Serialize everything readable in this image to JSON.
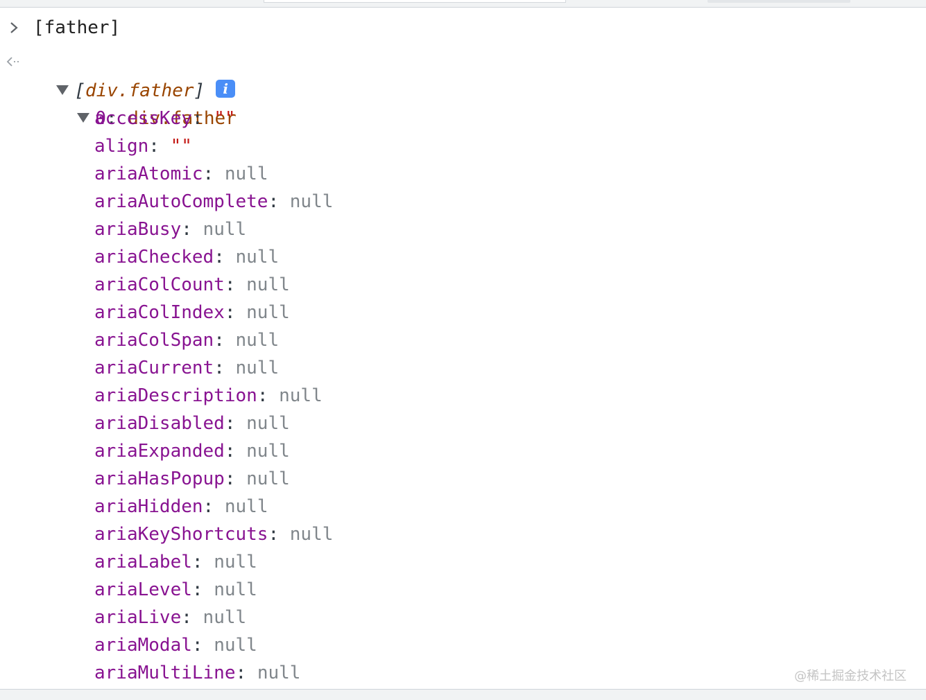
{
  "console": {
    "input_command": "[father]",
    "result_summary": {
      "open_bracket": "[",
      "element": "div.father",
      "close_bracket": "]",
      "info_badge": "i"
    },
    "entry": {
      "index": "0",
      "separator": ":",
      "value": "div.father"
    },
    "properties": [
      {
        "key": "accessKey",
        "value": "\"\"",
        "kind": "string"
      },
      {
        "key": "align",
        "value": "\"\"",
        "kind": "string"
      },
      {
        "key": "ariaAtomic",
        "value": "null",
        "kind": "null"
      },
      {
        "key": "ariaAutoComplete",
        "value": "null",
        "kind": "null"
      },
      {
        "key": "ariaBusy",
        "value": "null",
        "kind": "null"
      },
      {
        "key": "ariaChecked",
        "value": "null",
        "kind": "null"
      },
      {
        "key": "ariaColCount",
        "value": "null",
        "kind": "null"
      },
      {
        "key": "ariaColIndex",
        "value": "null",
        "kind": "null"
      },
      {
        "key": "ariaColSpan",
        "value": "null",
        "kind": "null"
      },
      {
        "key": "ariaCurrent",
        "value": "null",
        "kind": "null"
      },
      {
        "key": "ariaDescription",
        "value": "null",
        "kind": "null"
      },
      {
        "key": "ariaDisabled",
        "value": "null",
        "kind": "null"
      },
      {
        "key": "ariaExpanded",
        "value": "null",
        "kind": "null"
      },
      {
        "key": "ariaHasPopup",
        "value": "null",
        "kind": "null"
      },
      {
        "key": "ariaHidden",
        "value": "null",
        "kind": "null"
      },
      {
        "key": "ariaKeyShortcuts",
        "value": "null",
        "kind": "null"
      },
      {
        "key": "ariaLabel",
        "value": "null",
        "kind": "null"
      },
      {
        "key": "ariaLevel",
        "value": "null",
        "kind": "null"
      },
      {
        "key": "ariaLive",
        "value": "null",
        "kind": "null"
      },
      {
        "key": "ariaModal",
        "value": "null",
        "kind": "null"
      },
      {
        "key": "ariaMultiLine",
        "value": "null",
        "kind": "null"
      }
    ],
    "property_separator": ": "
  },
  "watermark": "@稀土掘金技术社区",
  "icons": {
    "prompt": "chevron-right-icon",
    "result": "return-arrow-icon",
    "expand": "triangle-down-icon",
    "info": "info-icon"
  },
  "colors": {
    "property_key": "#881391",
    "null_value": "#80868b",
    "string_value": "#c41a16",
    "class_name": "#994500",
    "info_badge": "#4a8ef7"
  }
}
